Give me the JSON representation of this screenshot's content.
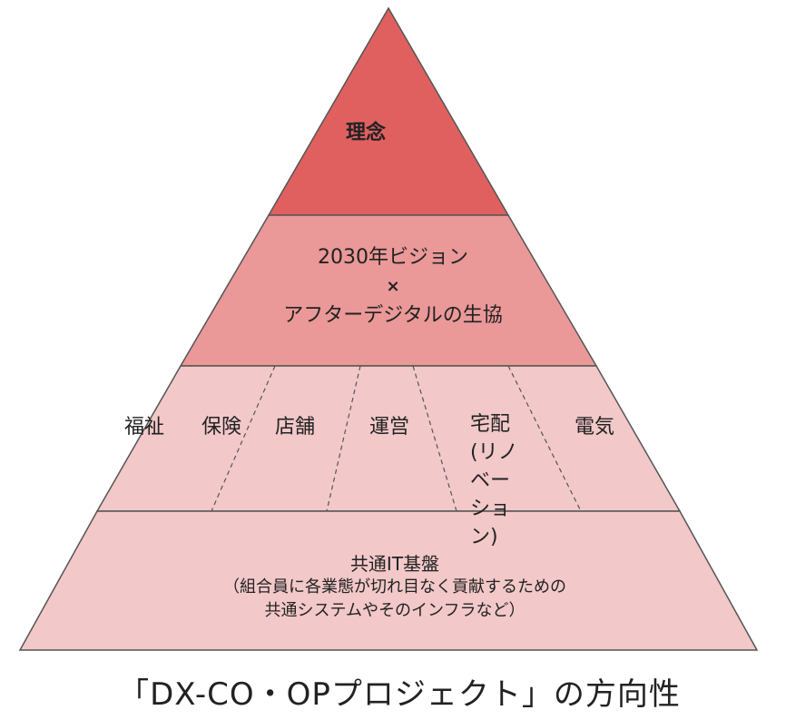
{
  "diagram": {
    "tier_top": "理念",
    "tier_second": {
      "line1": "2030年ビジョン",
      "line2": "×",
      "line3": "アフターデジタルの生協"
    },
    "tier_third": {
      "segments": [
        "福祉",
        "保険",
        "店舗",
        "運営",
        "宅配",
        "電気"
      ],
      "takuhai_detail": [
        "(リノ",
        "ベー",
        "ショ",
        "ン)"
      ]
    },
    "tier_base": {
      "line1": "共通IT基盤",
      "line2": "（組合員に各業態が切れ目なく貢献するための",
      "line3": "共通システムやそのインフラなど）"
    },
    "caption": "「DX-CO・OPプロジェクト」の方向性",
    "colors": {
      "tier_top": "#e06060",
      "tier_second": "#ea9898",
      "tier_third": "#f2c8c8",
      "tier_base": "#f2c8c8",
      "outline": "#555555"
    }
  }
}
